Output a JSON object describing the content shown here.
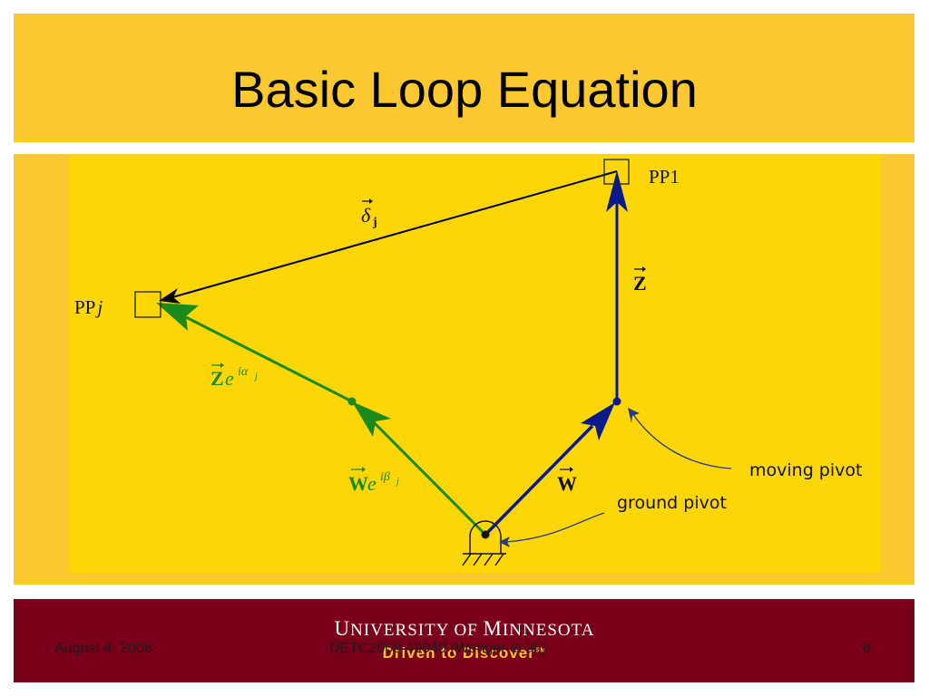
{
  "slide": {
    "title": "Basic Loop Equation",
    "footer": {
      "date": "August 4, 2008",
      "reference": "DETC2008-49940 (Wenger et al.)",
      "page_number": "6"
    },
    "branding": {
      "university_line1_cap1": "U",
      "university_line1_rest1": "NIVERSITY OF ",
      "university_line1_cap2": "M",
      "university_line1_rest2": "INNESOTA",
      "tagline": "Driven to Discover",
      "trademark": "SM"
    }
  },
  "diagram": {
    "points": {
      "pp1": "PP1",
      "ppj_main": "PP",
      "ppj_italic": "j"
    },
    "vectors": {
      "delta": {
        "symbol": "δ",
        "subscript": "j",
        "color": "#000000"
      },
      "z": {
        "symbol": "Z",
        "color": "#0a1a8a"
      },
      "w": {
        "symbol": "W",
        "color": "#0a1a8a"
      },
      "z_rotated": {
        "symbol": "Z",
        "exp_base": "e",
        "exp": "iα",
        "exp_sub": "j",
        "color": "#1a8a1a"
      },
      "w_rotated": {
        "symbol": "W",
        "exp_base": "e",
        "exp": "iβ",
        "exp_sub": "j",
        "color": "#1a8a1a"
      }
    },
    "annotations": {
      "moving_pivot": "moving pivot",
      "ground_pivot": "ground pivot"
    }
  },
  "colors": {
    "title_band": "#fcc830",
    "diagram_background": "#fdd607",
    "footer_band": "#7a0019",
    "dark_blue": "#0a1a8a",
    "green": "#1a8a1a"
  }
}
